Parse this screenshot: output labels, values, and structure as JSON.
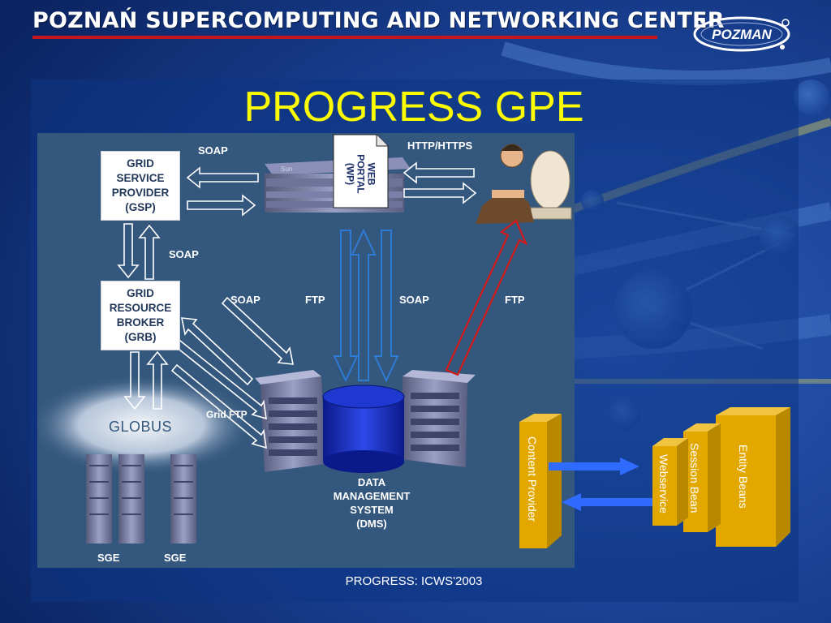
{
  "header": {
    "title": "POZNAŃ SUPERCOMPUTING AND NETWORKING CENTER",
    "logo_text": "POZMAN"
  },
  "slide": {
    "title": "PROGRESS GPE",
    "footer": "PROGRESS: ICWS'2003"
  },
  "diagram": {
    "gsp": "GRID\nSERVICE\nPROVIDER\n(GSP)",
    "grb": "GRID\nRESOURCE\nBROKER\n(GRB)",
    "web_portal": "WEB\nPORTAL\n(WP)",
    "dms": "DATA\nMANAGEMENT\nSYSTEM\n(DMS)",
    "globus": "GLOBUS",
    "sge_left": "SGE",
    "sge_right": "SGE",
    "labels": {
      "soap_top": "SOAP",
      "http": "HTTP/HTTPS",
      "soap_gsp_grb": "SOAP",
      "soap_grb_dms": "SOAP",
      "ftp_left": "FTP",
      "soap_center": "SOAP",
      "ftp_right": "FTP",
      "grid_ftp": "Grid FTP"
    }
  },
  "beans": {
    "content_provider": "Content Provider",
    "webservice": "Webservice",
    "session_bean": "Session Bean",
    "entity_beans": "Entity Beans",
    "color": "#e3a800"
  },
  "colors": {
    "title": "#fdfd00",
    "header_rule": "#c4161c",
    "diagram_bg": "#34577d",
    "bean_arrow": "#2f6bff"
  },
  "icons": [
    "server-icon",
    "database-icon",
    "user-at-computer-icon",
    "rack-icon",
    "document-icon"
  ]
}
